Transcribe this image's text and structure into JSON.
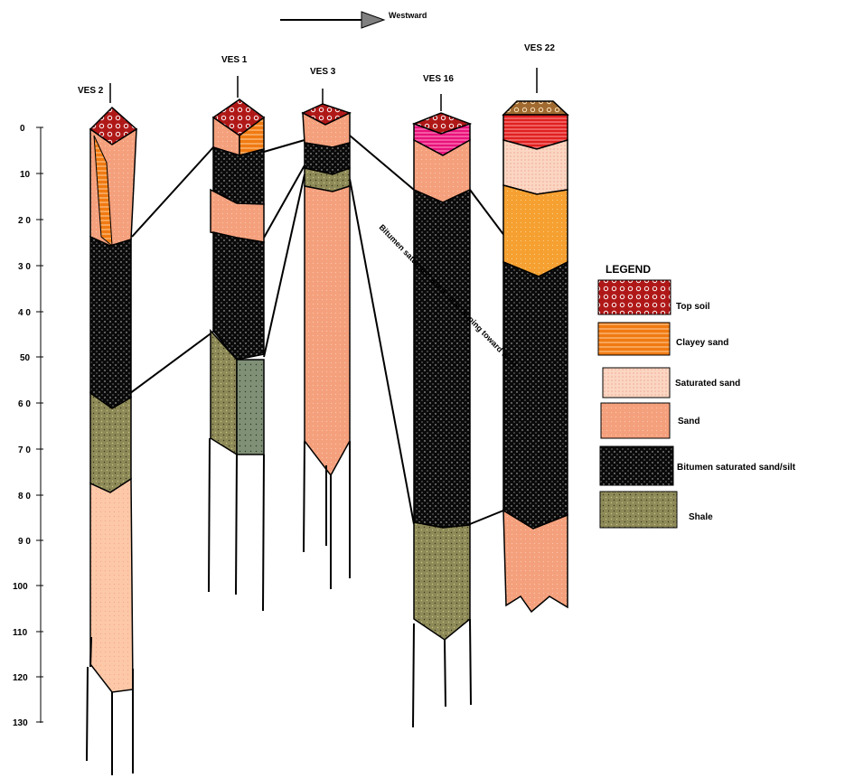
{
  "direction": {
    "label": "Westward"
  },
  "wells": [
    {
      "id": "ves2",
      "name": "VES  2"
    },
    {
      "id": "ves1",
      "name": "VES 1"
    },
    {
      "id": "ves3",
      "name": "VES 3"
    },
    {
      "id": "ves16",
      "name": "VES 16"
    },
    {
      "id": "ves22",
      "name": "VES 22"
    }
  ],
  "depth_axis": {
    "ticks": [
      "0",
      "10",
      "2 0",
      "3 0",
      "4 0",
      "50",
      "6 0",
      "7 0",
      "8 0",
      "9 0",
      "100",
      "110",
      "120",
      "130"
    ]
  },
  "zone_label": "Bitumen saturated sand zone dipping toward west",
  "legend": {
    "title": "LEGEND",
    "items": [
      {
        "label": "Top soil",
        "color": "#b01818",
        "icon": "top-soil-swatch"
      },
      {
        "label": "Clayey sand",
        "color": "#f07a12",
        "icon": "clayey-sand-swatch"
      },
      {
        "label": "Saturated sand",
        "color": "#fbd6c2",
        "icon": "saturated-sand-swatch"
      },
      {
        "label": "Sand",
        "color": "#f5a07c",
        "icon": "sand-swatch"
      },
      {
        "label": "Bitumen saturated sand/silt",
        "color": "#0a0a0a",
        "icon": "bitumen-swatch"
      },
      {
        "label": "Shale",
        "color": "#8e8a58",
        "icon": "shale-swatch"
      }
    ]
  },
  "colors": {
    "top_soil": "#b01818",
    "clayey_sand": "#f07a12",
    "saturated_sand": "#fbd6c2",
    "sand": "#f5a07c",
    "sand_light": "#fcc8a8",
    "bitumen": "#0a0a0a",
    "shale": "#8e8a58",
    "pink_layer": "#e8127a",
    "red_layer": "#e02020",
    "orange_sand": "#f5a030"
  }
}
